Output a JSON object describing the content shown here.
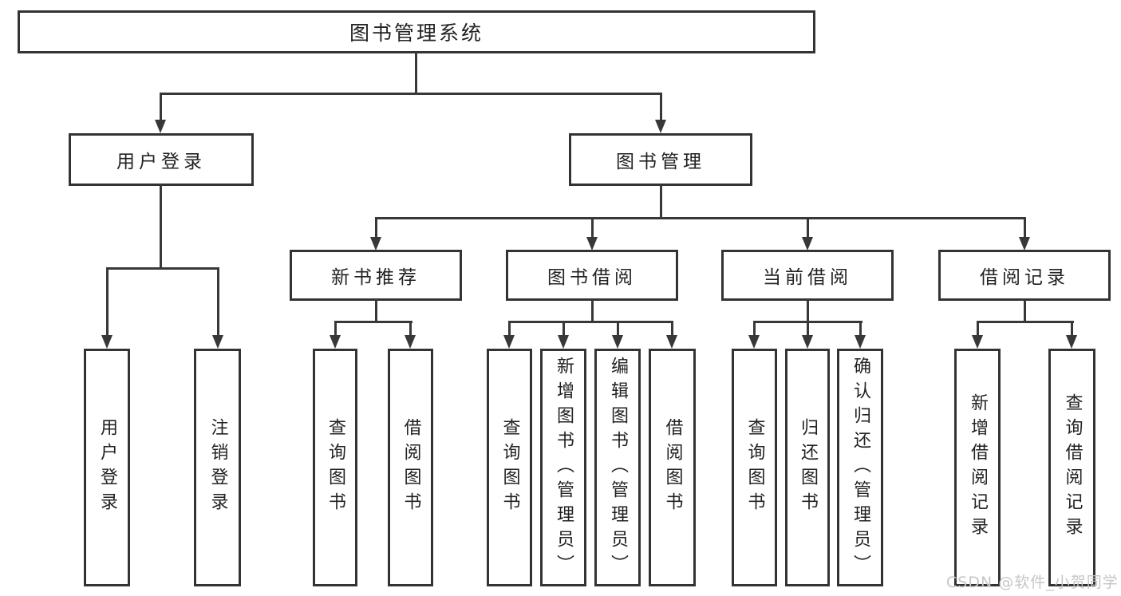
{
  "tree": {
    "label": "图书管理系统",
    "children": [
      {
        "label": "用户登录",
        "children": [
          {
            "label": "用户登录"
          },
          {
            "label": "注销登录"
          }
        ]
      },
      {
        "label": "图书管理",
        "children": [
          {
            "label": "新书推荐",
            "children": [
              {
                "label": "查询图书"
              },
              {
                "label": "借阅图书"
              }
            ]
          },
          {
            "label": "图书借阅",
            "children": [
              {
                "label": "查询图书"
              },
              {
                "label": "新增图书（管理员）"
              },
              {
                "label": "编辑图书（管理员）"
              },
              {
                "label": "借阅图书"
              }
            ]
          },
          {
            "label": "当前借阅",
            "children": [
              {
                "label": "查询图书"
              },
              {
                "label": "归还图书"
              },
              {
                "label": "确认归还（管理员）"
              }
            ]
          },
          {
            "label": "借阅记录",
            "children": [
              {
                "label": "新增借阅记录"
              },
              {
                "label": "查询借阅记录"
              }
            ]
          }
        ]
      }
    ]
  },
  "watermark": {
    "text": "CSDN @软件_小贺同学"
  },
  "colors": {
    "line": "#383838",
    "box_border": "#333333",
    "text": "#222222",
    "background": "#ffffff",
    "watermark": "#c6c6c6"
  }
}
